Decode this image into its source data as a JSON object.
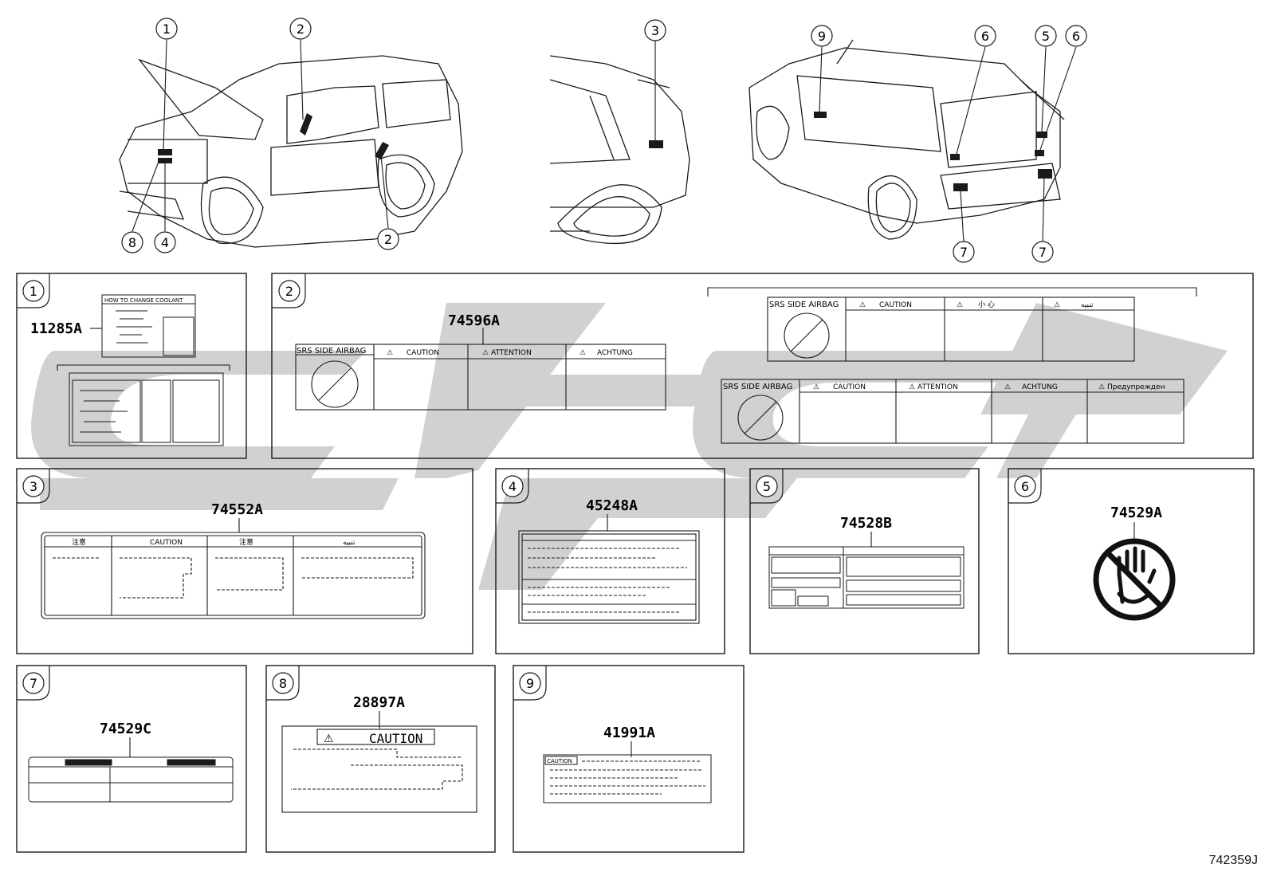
{
  "callouts": {
    "c1": "1",
    "c2": "2",
    "c3": "3",
    "c4": "4",
    "c5": "5",
    "c6": "6",
    "c7": "7",
    "c8": "8",
    "c9": "9"
  },
  "panels": [
    {
      "num": "1",
      "part": "11285A",
      "label_title": "HOW TO CHANGE COOLANT"
    },
    {
      "num": "2",
      "part": "74596A",
      "airbag": "SRS SIDE AIRBAG",
      "cols_main": [
        "CAUTION",
        "ATTENTION",
        "ACHTUNG"
      ],
      "cols_alt1": [
        "CAUTION",
        "小 心",
        "تنبيه"
      ],
      "cols_alt2": [
        "CAUTION",
        "ATTENTION",
        "ACHTUNG",
        "Предупрежден"
      ]
    },
    {
      "num": "3",
      "part": "74552A",
      "cols": [
        "注意",
        "CAUTION",
        "注意",
        "ﺗﻨﺒﻴﻪ"
      ]
    },
    {
      "num": "4",
      "part": "45248A"
    },
    {
      "num": "5",
      "part": "74528B"
    },
    {
      "num": "6",
      "part": "74529A"
    },
    {
      "num": "7",
      "part": "74529C"
    },
    {
      "num": "8",
      "part": "28897A",
      "caution": "CAUTION"
    },
    {
      "num": "9",
      "part": "41991A",
      "caution": "CAUTION"
    }
  ],
  "figure_id": "742359J",
  "colors": {
    "line": "#1a1a1a",
    "watermark": "#cfcfcf"
  }
}
